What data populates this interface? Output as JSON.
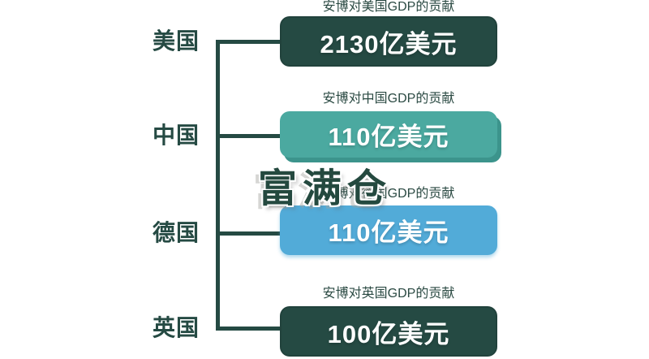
{
  "colors": {
    "dark": "#254a43",
    "teal": "#4ba9a0",
    "teal_shadow": "#3c948c",
    "blue": "#52abd8",
    "line": "#254a43",
    "caption_text": "#2b4a43",
    "value_text": "#ffffff",
    "watermark_text": "#24493f"
  },
  "watermark": {
    "text": "富满仓"
  },
  "rows": [
    {
      "country": "美国",
      "title": "安博对美国GDP的贡献",
      "value": "2130亿美元",
      "color": "dark"
    },
    {
      "country": "中国",
      "title": "安博对中国GDP的贡献",
      "value": "110亿美元",
      "color": "teal"
    },
    {
      "country": "德国",
      "title": "安博对德国GDP的贡献",
      "value": "110亿美元",
      "color": "blue"
    },
    {
      "country": "英国",
      "title": "安博对英国GDP的贡献",
      "value": "100亿美元",
      "color": "dark"
    }
  ]
}
